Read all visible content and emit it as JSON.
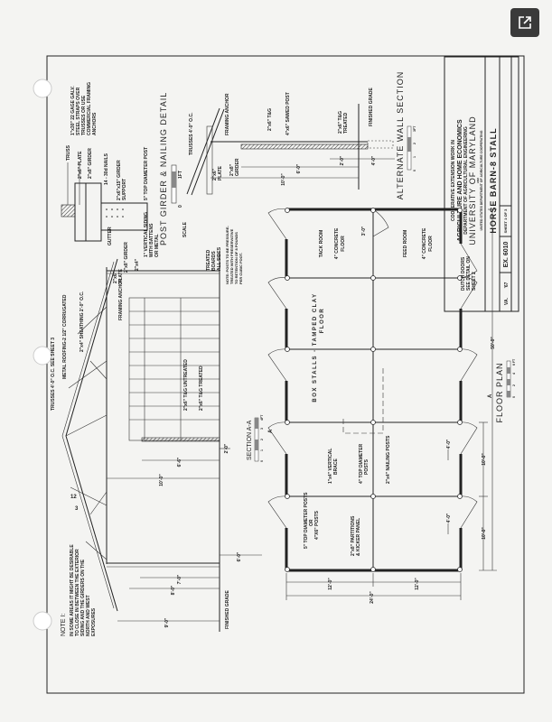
{
  "title_block": {
    "line1": "COOPERATIVE EXTENSION WORK IN",
    "line2": "AGRICULTURE AND HOME ECONOMICS",
    "line3": "DEPARTMENT OF AGRICULTURAL ENGINEERING",
    "line4": "UNIVERSITY OF MARYLAND",
    "line5": "AND",
    "line6": "UNITED STATES DEPARTMENT OF AGRICULTURE COOPERATING",
    "title": "HORSE BARN-8 STALL",
    "state": "VA.",
    "year": "'67",
    "number": "EX. 6010",
    "sheet": "SHEET 1 OF 3"
  },
  "post_girder_detail": {
    "title": "POST GIRDER & NAILING DETAIL",
    "truss": "TRUSS",
    "straps": [
      "1\"x30\" 22 GAGE GALV.",
      "STEEL STRAPS OVER",
      "TRUSSES OR USE",
      "COMMERCIAL FRAMING",
      "ANCHORS"
    ],
    "plate": "2\"x6\" PLATE",
    "girder": "2\"x8\" GIRDER",
    "nails": "14 - 30d NAILS",
    "support": [
      "2\"x6\"x15\" GIRDER",
      "SUPPORT"
    ],
    "post": "5\" TOP DIAMETER POST",
    "scale_label": "SCALE",
    "scale_start": "0",
    "scale_end": "1FT"
  },
  "section_aa": {
    "title": "SECTION A-A",
    "scale_ticks": [
      "0",
      "1",
      "2",
      "3",
      "4FT"
    ],
    "trusses": "TRUSSES 4'-0\" O.C.  SEE SHEET 3",
    "roofing": "METAL ROOFING-2 1/2\" CORRUGATED",
    "sheathing": "2\"x4\" SHEATHING 2'-0\" O.C.",
    "gutter": "GUTTER",
    "plate": [
      "2\"x6\"",
      "PLATE"
    ],
    "girder": "2\"x8\" GIRDER",
    "two_by_four": "2\"x4\"",
    "framing_anchor": "FRAMING ANCHOR",
    "siding": [
      "1\" VERTICAL SIDING",
      "WITH BATTENS",
      "OR METAL"
    ],
    "treated_boards": [
      "TREATED",
      "BOARDS",
      "ALL SIDES"
    ],
    "posts_note": [
      "NOTE: POSTS TO BE PRESSURE-",
      "TREATED WITH PRESERVATIVE",
      "TO RETENTION OF 8 POUNDS",
      "PER CUBIC FOOT."
    ],
    "untreated": "2\"x6\" T&G  UNTREATED",
    "treated": "2\"x6\" T&G  TREATED",
    "pitch_rise": "3",
    "pitch_run": "12",
    "finished_grade": "FINISHED GRADE",
    "dims": {
      "d1": "6'-6\"",
      "d2": "2'-0\"",
      "d3": "10'-0\"",
      "d4": "7'-0\"",
      "d5": "8'-0\"",
      "d6": "9'-0\"",
      "d7": "6'-0\""
    },
    "note_title": "NOTE I:",
    "note_lines": [
      "IN SOME AREAS IT MIGHT BE DESIRABLE",
      "TO CLOSE IN BETWEEN THE EXTERIOR",
      "SIDING AND THE GIRDERS ON THE",
      "NORTH AND WEST",
      "EXPOSURES"
    ]
  },
  "alternate_wall": {
    "title": "ALTERNATE WALL SECTION",
    "trusses": "TRUSSES 4'-0\" O.C.",
    "framing_anchor": "FRAMING ANCHOR",
    "plate": [
      "2\"x6\"",
      "PLATE"
    ],
    "girder": [
      "2\"x8\"",
      "GIRDER"
    ],
    "tg": "2\"x6\" T&G",
    "post": "4\"x6\" SAWED POST",
    "tg_treated": [
      "2\"x6\" T&G",
      "TREATED"
    ],
    "finished_grade": "FINISHED GRADE",
    "dims": {
      "d1": "6'-0\"",
      "d2": "10'-0\"",
      "d3": "2'-0\"",
      "d4": "4'-0\""
    },
    "scale_ticks": [
      "0",
      "1",
      "2",
      "3FT"
    ]
  },
  "floor_plan": {
    "title": "FLOOR PLAN",
    "scale_ticks": [
      "0",
      "2",
      "4",
      "6 FT"
    ],
    "tack_room": "TACK ROOM",
    "concrete_floor": [
      "4\" CONCRETE",
      "FLOOR"
    ],
    "feed_room": "FEED ROOM",
    "concrete_floor_2": [
      "4\" CONCRETE",
      "FLOOR"
    ],
    "box_stalls": [
      "BOX STALLS - TAMPED CLAY",
      "FLOOR"
    ],
    "door_width": "3'-0\"",
    "dutch_doors": [
      "DUTCH DOORS",
      "SEE DETAIL ON",
      "SHEET 2"
    ],
    "length": "50'-0\"",
    "stall_dim_1": "10'-0\"",
    "stall_dim_2": "10'-0\"",
    "door_dim_1": "4'-0\"",
    "door_dim_2": "4'-0\"",
    "posts": [
      "5\" TOP DIAMETER POSTS",
      "OR",
      "4\"X6\" POSTS"
    ],
    "brace": [
      "1\"x4\" VERTICAL",
      "BRACE"
    ],
    "top_posts": [
      "4\" TOP DIAMETER",
      "POSTS"
    ],
    "nailing_posts": "2\"x4\" NAILING POSTS",
    "partitions": [
      "2\"x8\" PARTITIONS",
      "& KICKER PANEL"
    ],
    "width_1": "12'-0\"",
    "width_2": "12'-0\"",
    "width_total": "24'-0\"",
    "section_marker": "A"
  }
}
